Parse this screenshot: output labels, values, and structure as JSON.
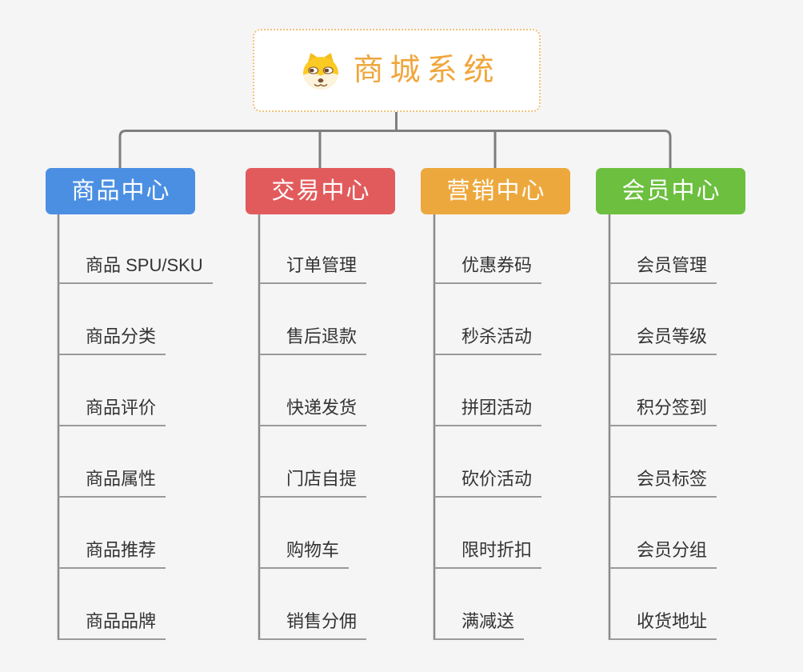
{
  "diagram": {
    "type": "mindmap-org-chart",
    "root": {
      "title": "商城系统",
      "icon": "shiba-dog-icon"
    },
    "branches": [
      {
        "label": "商品中心",
        "color": "#4b8fe2",
        "items": [
          "商品 SPU/SKU",
          "商品分类",
          "商品评价",
          "商品属性",
          "商品推荐",
          "商品品牌"
        ]
      },
      {
        "label": "交易中心",
        "color": "#e25b5c",
        "items": [
          "订单管理",
          "售后退款",
          "快递发货",
          "门店自提",
          "购物车",
          "销售分佣"
        ]
      },
      {
        "label": "营销中心",
        "color": "#eda83d",
        "items": [
          "优惠券码",
          "秒杀活动",
          "拼团活动",
          "砍价活动",
          "限时折扣",
          "满减送"
        ]
      },
      {
        "label": "会员中心",
        "color": "#6cbf3f",
        "items": [
          "会员管理",
          "会员等级",
          "积分签到",
          "会员标签",
          "会员分组",
          "收货地址"
        ]
      }
    ],
    "colors": {
      "background": "#f5f5f6",
      "root_text": "#f0a63c",
      "root_border": "#f2c27b",
      "connector": "#7e7e7e",
      "leaf_underline": "#9a9a9a",
      "leaf_text": "#333333",
      "branch_text": "#ffffff"
    }
  }
}
